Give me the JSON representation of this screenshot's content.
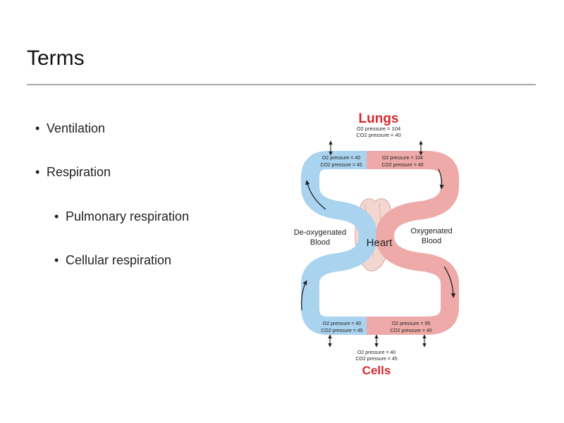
{
  "slide": {
    "title": "Terms",
    "bullets": [
      {
        "text": "Ventilation",
        "level": 1
      },
      {
        "text": "Respiration",
        "level": 1
      },
      {
        "text": "Pulmonary respiration",
        "level": 2
      },
      {
        "text": "Cellular respiration",
        "level": 2
      }
    ]
  },
  "diagram": {
    "lungs_title": "Lungs",
    "lungs_o2": "O2 pressure = 104",
    "lungs_co2": "CO2 pressure = 40",
    "top_left_o2": "O2 pressure = 40",
    "top_left_co2": "CO2 pressure = 45",
    "top_right_o2": "O2 pressure = 104",
    "top_right_co2": "CO2 pressure = 40",
    "deoxy_line1": "De-oxygenated",
    "deoxy_line2": "Blood",
    "heart_label": "Heart",
    "oxy_line1": "Oxygenated",
    "oxy_line2": "Blood",
    "bottom_left_o2": "O2 pressure = 40",
    "bottom_left_co2": "CO2 pressure = 45",
    "bottom_right_o2": "O2 pressure = 95",
    "bottom_right_co2": "CO2 pressure = 40",
    "cells_o2": "O2 pressure = 40",
    "cells_co2": "CO2 pressure = 45",
    "cells_title": "Cells",
    "colors": {
      "deoxygenated": "#a9d3ef",
      "oxygenated": "#eeaaa8",
      "title_red": "#d8282c",
      "heart": "#f3d6cf"
    }
  }
}
